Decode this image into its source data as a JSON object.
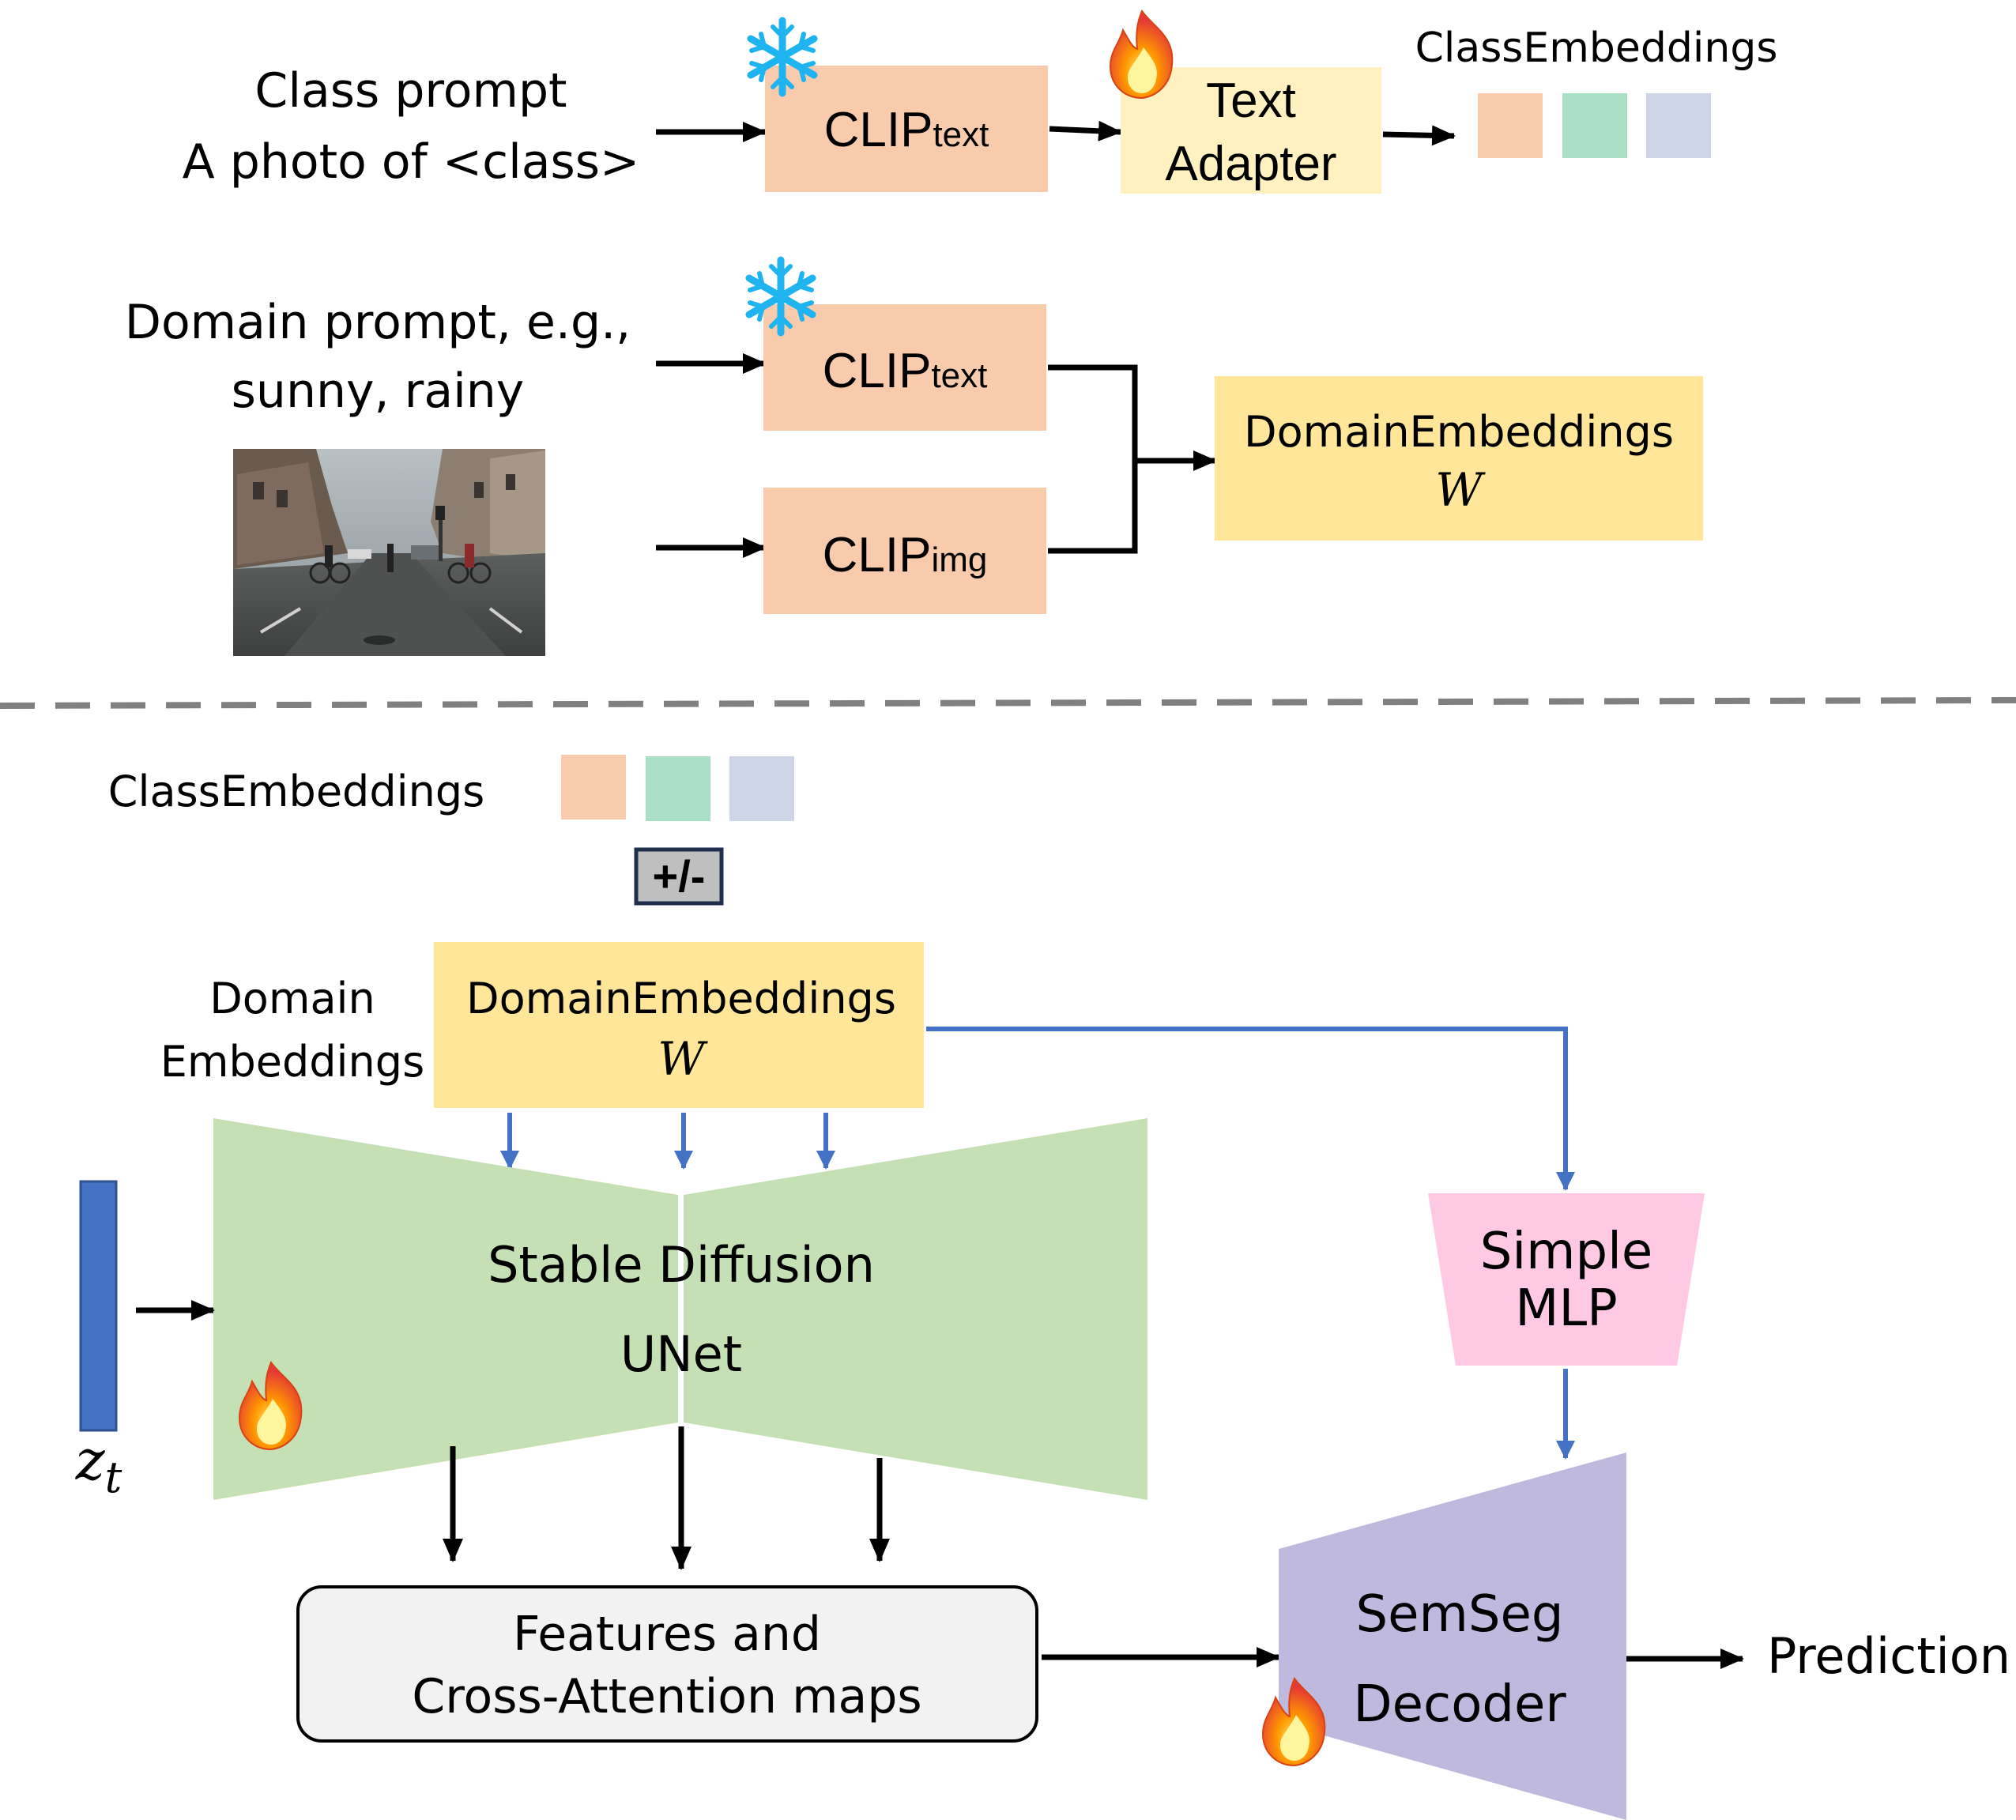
{
  "top": {
    "class_prompt": {
      "line1": "Class prompt",
      "line2": "A photo of <class>"
    },
    "clip_text_1": {
      "main": "CLIP",
      "sub": "text"
    },
    "text_adapter": {
      "line1": "Text",
      "line2": "Adapter"
    },
    "class_embeddings_label": "ClassEmbeddings",
    "domain_prompt": {
      "line1": "Domain prompt, e.g.,",
      "line2": "sunny, rainy"
    },
    "clip_text_2": {
      "main": "CLIP",
      "sub": "text"
    },
    "clip_img": {
      "main": "CLIP",
      "sub": "img"
    },
    "domain_embeddings": {
      "line1": "DomainEmbeddings",
      "line2": "W"
    }
  },
  "bottom": {
    "class_embeddings_label": "ClassEmbeddings",
    "plus_minus": "+/-",
    "domain_label": {
      "line1": "Domain",
      "line2": "Embeddings"
    },
    "domain_embeddings": {
      "line1": "DomainEmbeddings",
      "line2": "W"
    },
    "unet": {
      "line1": "Stable Diffusion",
      "line2": "UNet"
    },
    "latent": {
      "main": "z",
      "sub": "t"
    },
    "mlp": {
      "line1": "Simple",
      "line2": "MLP"
    },
    "features": {
      "line1": "Features and",
      "line2": "Cross-Attention maps"
    },
    "decoder": {
      "line1": "SemSeg",
      "line2": "Decoder"
    },
    "prediction": "Prediction"
  },
  "colors": {
    "clip": "#f8cbad",
    "adapter": "#fff2c0",
    "domain": "#ffe699",
    "emb_orange": "#f8cbad",
    "emb_green": "#a9dfc4",
    "emb_blue": "#cdd5e6",
    "unet": "#c5e0b4",
    "mlp": "#ffc9e3",
    "decoder": "#bfb9dd",
    "features": "#f2f2f2",
    "latent": "#4472c4",
    "blue_arrow": "#4472c4",
    "dashed_line": "#808080"
  },
  "icons": [
    "snowflake-icon",
    "snowflake-icon",
    "fire-icon",
    "fire-icon",
    "fire-icon",
    "street-photo"
  ]
}
